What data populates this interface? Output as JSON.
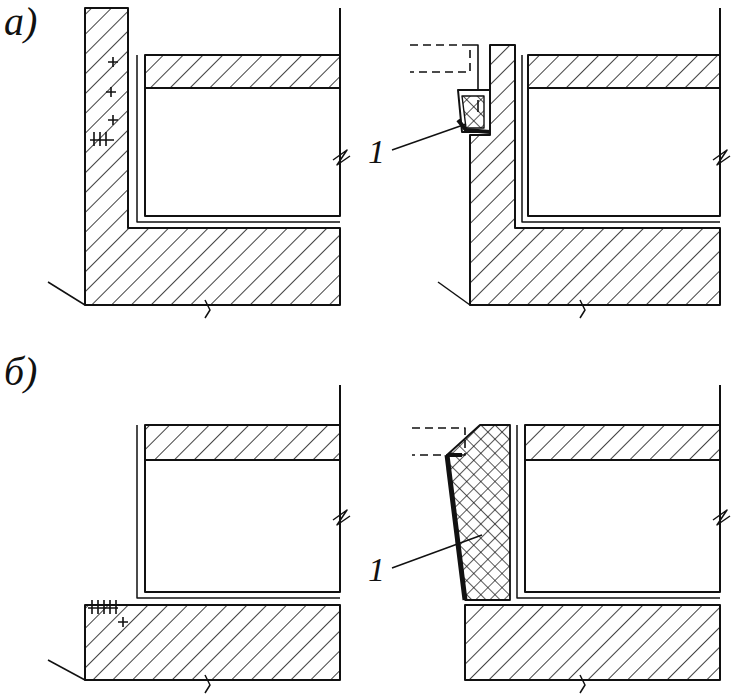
{
  "diagram": {
    "labels": [
      "а)",
      "1",
      "б)",
      "1"
    ]
  }
}
